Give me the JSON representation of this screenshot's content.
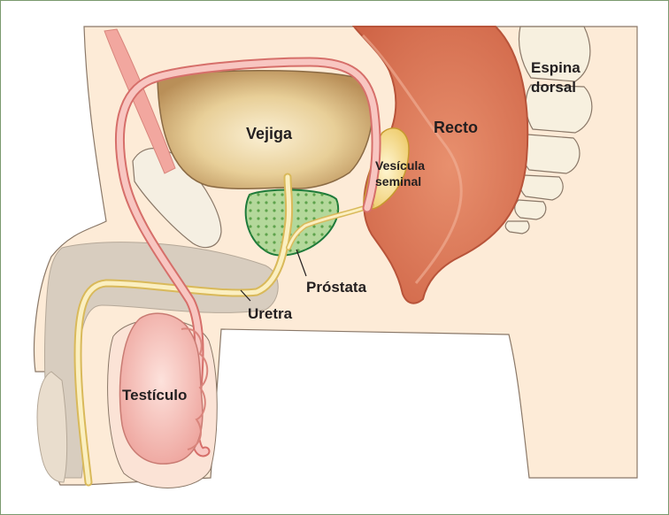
{
  "labels": {
    "bladder": "Vejiga",
    "rectum": "Recto",
    "spine_line1": "Espina",
    "spine_line2": "dorsal",
    "seminal_line1": "Vesícula",
    "seminal_line2": "seminal",
    "prostate": "Próstata",
    "urethra": "Uretra",
    "testicle": "Testículo"
  },
  "colors": {
    "frame_border": "#7a9a6e",
    "skin": "#fdebd7",
    "skin_outline": "#8a7868",
    "bladder": "#c9a46a",
    "bladder_light": "#f6e4bd",
    "rectum": "#d9714f",
    "prostate": "#a8cf8c",
    "prostate_outline": "#1e7a3a",
    "vas_deferens": "#f4b4ae",
    "urethra": "#f8e7a8",
    "testicle": "#f6c2bc",
    "bone": "#f7f0df"
  }
}
